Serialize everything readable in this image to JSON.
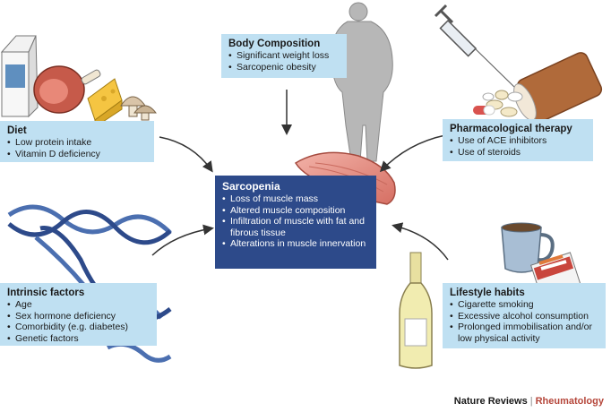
{
  "center": {
    "title": "Sarcopenia",
    "items": [
      "Loss of muscle mass",
      "Altered muscle composition",
      "Infiltration of muscle with fat and fibrous tissue",
      "Alterations in muscle innervation"
    ]
  },
  "body_composition": {
    "title": "Body Composition",
    "items": [
      "Significant weight loss",
      "Sarcopenic obesity"
    ]
  },
  "diet": {
    "title": "Diet",
    "items": [
      "Low protein intake",
      "Vitamin D deficiency"
    ]
  },
  "pharmacological": {
    "title": "Pharmacological therapy",
    "items": [
      "Use of ACE inhibitors",
      "Use of steroids"
    ]
  },
  "intrinsic": {
    "title": "Intrinsic factors",
    "items": [
      "Age",
      "Sex hormone deficiency",
      "Comorbidity (e.g. diabetes)",
      "Genetic factors"
    ]
  },
  "lifestyle": {
    "title": "Lifestyle habits",
    "items": [
      "Cigarette smoking",
      "Excessive alcohol consumption",
      "Prolonged immobilisation and/or low physical activity"
    ]
  },
  "footer": {
    "journal": "Nature Reviews",
    "separator": "|",
    "section": "Rheumatology"
  },
  "colors": {
    "box_bg": "#bfe0f2",
    "center_bg": "#2d4a8a",
    "arrow": "#333333",
    "muscle": "#e8958a",
    "footer_accent": "#b5463a"
  },
  "icons": [
    "person-silhouette-icon",
    "syringe-icon",
    "pill-bottle-icon",
    "milk-carton-icon",
    "ham-icon",
    "cheese-icon",
    "mushroom-icon",
    "muscle-icon",
    "dna-helix-icon",
    "coffee-mug-icon",
    "cigarette-pack-icon",
    "wine-bottle-icon"
  ]
}
